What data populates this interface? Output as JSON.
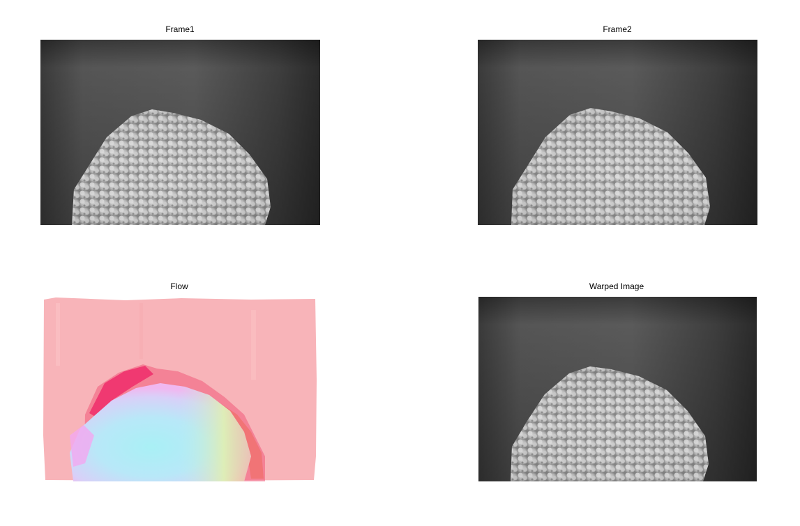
{
  "panels": [
    {
      "title": "Frame1",
      "kind": "grayscale-photo"
    },
    {
      "title": "Frame2",
      "kind": "grayscale-photo"
    },
    {
      "title": "Flow",
      "kind": "optical-flow-color-map"
    },
    {
      "title": "Warped Image",
      "kind": "grayscale-photo"
    }
  ],
  "colors": {
    "background": "#ffffff",
    "wall_gray": "#4a4a4a",
    "flower_light": "#cfcfcf",
    "flow_pink": "#f8b3b8",
    "flow_magenta": "#f03070",
    "flow_cyan": "#9fe6f2"
  }
}
